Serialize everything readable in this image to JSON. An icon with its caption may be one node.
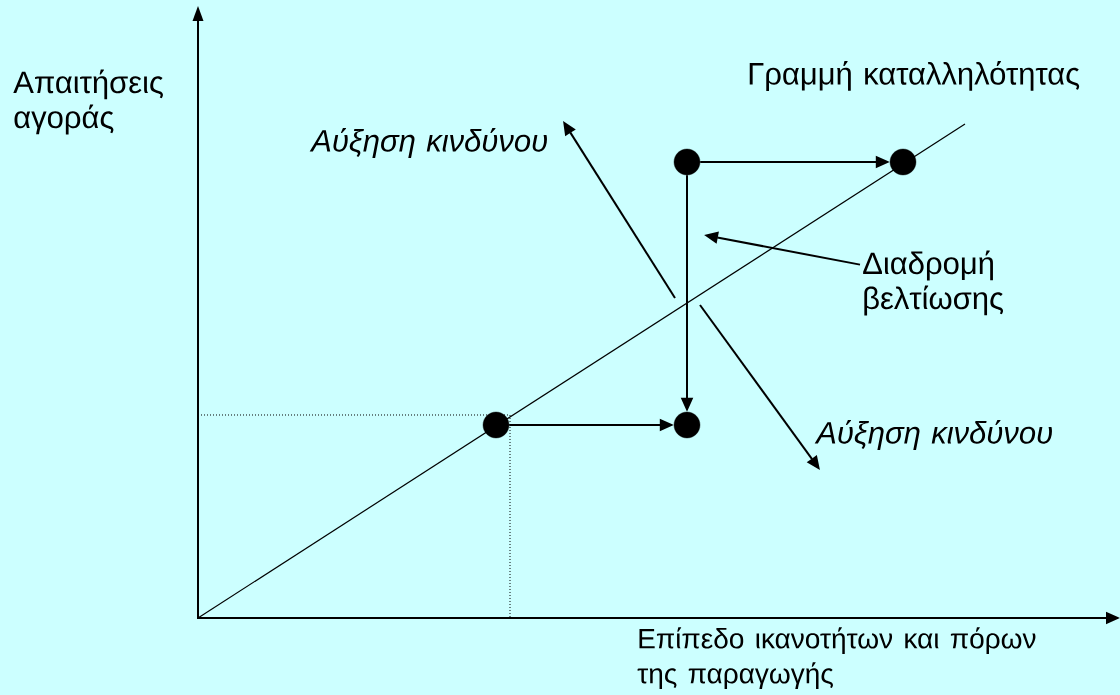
{
  "diagram": {
    "nodes": [
      {
        "text": [],
        "shape": "circle"
      },
      {
        "text": [],
        "shape": "circle"
      },
      {
        "text": [],
        "shape": "circle"
      },
      {
        "text": [],
        "shape": "circle"
      },
      {
        "text": [
          "Διαδρομή βελτίωσης"
        ]
      }
    ],
    "edges": [
      {
        "from": 0,
        "to": 1,
        "arrow": "to"
      },
      {
        "from": 2,
        "to": 1,
        "arrow": "to"
      },
      {
        "from": 2,
        "to": 3,
        "arrow": "to"
      },
      {
        "from": 4,
        "to": null,
        "arrow": "to"
      }
    ],
    "labels": [
      "Απαιτήσεις αγοράς",
      "Γραμμή καταλληλότητας",
      "Αύξηση κινδύνου",
      "Αύξηση κινδύνου",
      "Επίπεδο ικανοτήτων και πόρων της παραγωγής"
    ]
  }
}
